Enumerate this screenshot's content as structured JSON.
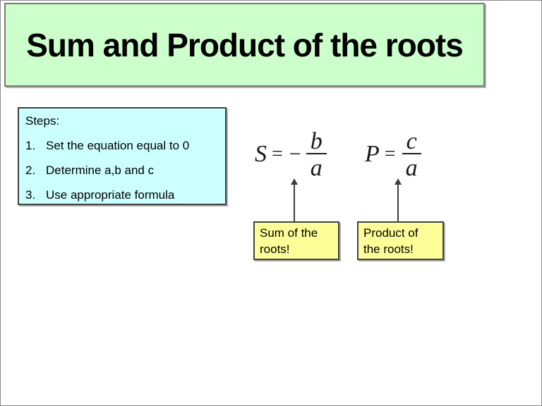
{
  "slide": {
    "title": "Sum and Product of the roots"
  },
  "steps_box": {
    "heading": "Steps:",
    "items": [
      {
        "number": "1.",
        "text": "Set the equation equal to 0"
      },
      {
        "number": "2.",
        "text": "Determine a,b and c"
      },
      {
        "number": "3.",
        "text": "Use appropriate formula"
      }
    ]
  },
  "formulas": {
    "sum": {
      "lhs": "S",
      "equals": "=",
      "sign": "−",
      "numerator": "b",
      "denominator": "a"
    },
    "product": {
      "lhs": "P",
      "equals": "=",
      "numerator": "c",
      "denominator": "a"
    }
  },
  "callouts": {
    "sum": {
      "line1": "Sum of the",
      "line2": "roots!"
    },
    "product": {
      "line1": "Product of",
      "line2": "the roots!"
    }
  },
  "colors": {
    "title_banner_bg": "#CCFFCC",
    "steps_box_bg": "#CCFFFF",
    "callout_bg": "#FFFF99",
    "box_border": "#404040",
    "text": "#000000"
  }
}
